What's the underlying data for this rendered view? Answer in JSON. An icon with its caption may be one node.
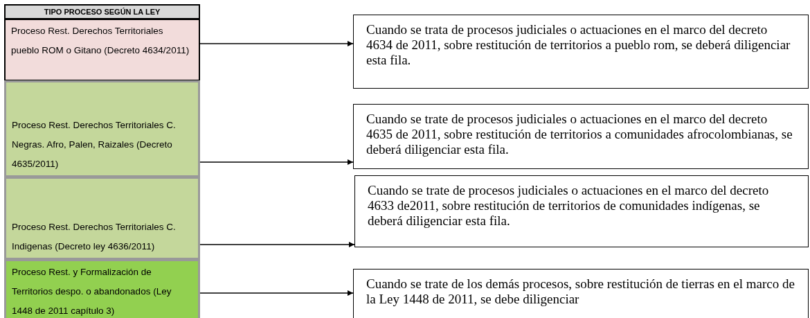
{
  "diagram": {
    "nodes": [
      {
        "text": [
          "TIPO PROCESO SEGÚN LA LEY"
        ]
      },
      {
        "text": [
          "Proceso Rest. Derechos Territoriales pueblo ROM o Gitano (Decreto 4634/2011)"
        ]
      },
      {
        "text": [
          "Proceso Rest. Derechos Territoriales C. Negras. Afro, Palen, Raizales (Decreto 4635/2011)"
        ]
      },
      {
        "text": [
          "Proceso Rest. Derechos Territoriales C. Indigenas (Decreto ley 4636/2011)"
        ]
      },
      {
        "text": [
          "Proceso Rest. y Formalización de Territorios despo. o abandonados (Ley 1448 de 2011 capítulo 3)"
        ]
      },
      {
        "text": [
          "Cuando se trata de procesos judiciales o actuaciones en el marco del decreto 4634 de 2011, sobre restitución de territorios a pueblo rom, se deberá diligenciar esta fila."
        ]
      },
      {
        "text": [
          "Cuando se trate de procesos judiciales o actuaciones en el marco del decreto 4635 de 2011, sobre restitución de territorios a comunidades afrocolombianas,  se deberá diligenciar esta fila."
        ]
      },
      {
        "text": [
          "Cuando se trate de procesos  judiciales o actuaciones en el marco del decreto 4633 de2011, sobre restitución de territorios de comunidades indígenas,  se deberá diligenciar esta fila."
        ]
      },
      {
        "text": [
          "Cuando se trate de los demás procesos, sobre restitución de tierras en el marco de la Ley 1448 de 2011, se debe diligenciar"
        ]
      }
    ],
    "edges": [
      {
        "from": 1,
        "to": 5,
        "arrow": "to"
      },
      {
        "from": 2,
        "to": 6,
        "arrow": "to"
      },
      {
        "from": 3,
        "to": 7,
        "arrow": "to"
      },
      {
        "from": 4,
        "to": 8,
        "arrow": "to"
      }
    ]
  }
}
